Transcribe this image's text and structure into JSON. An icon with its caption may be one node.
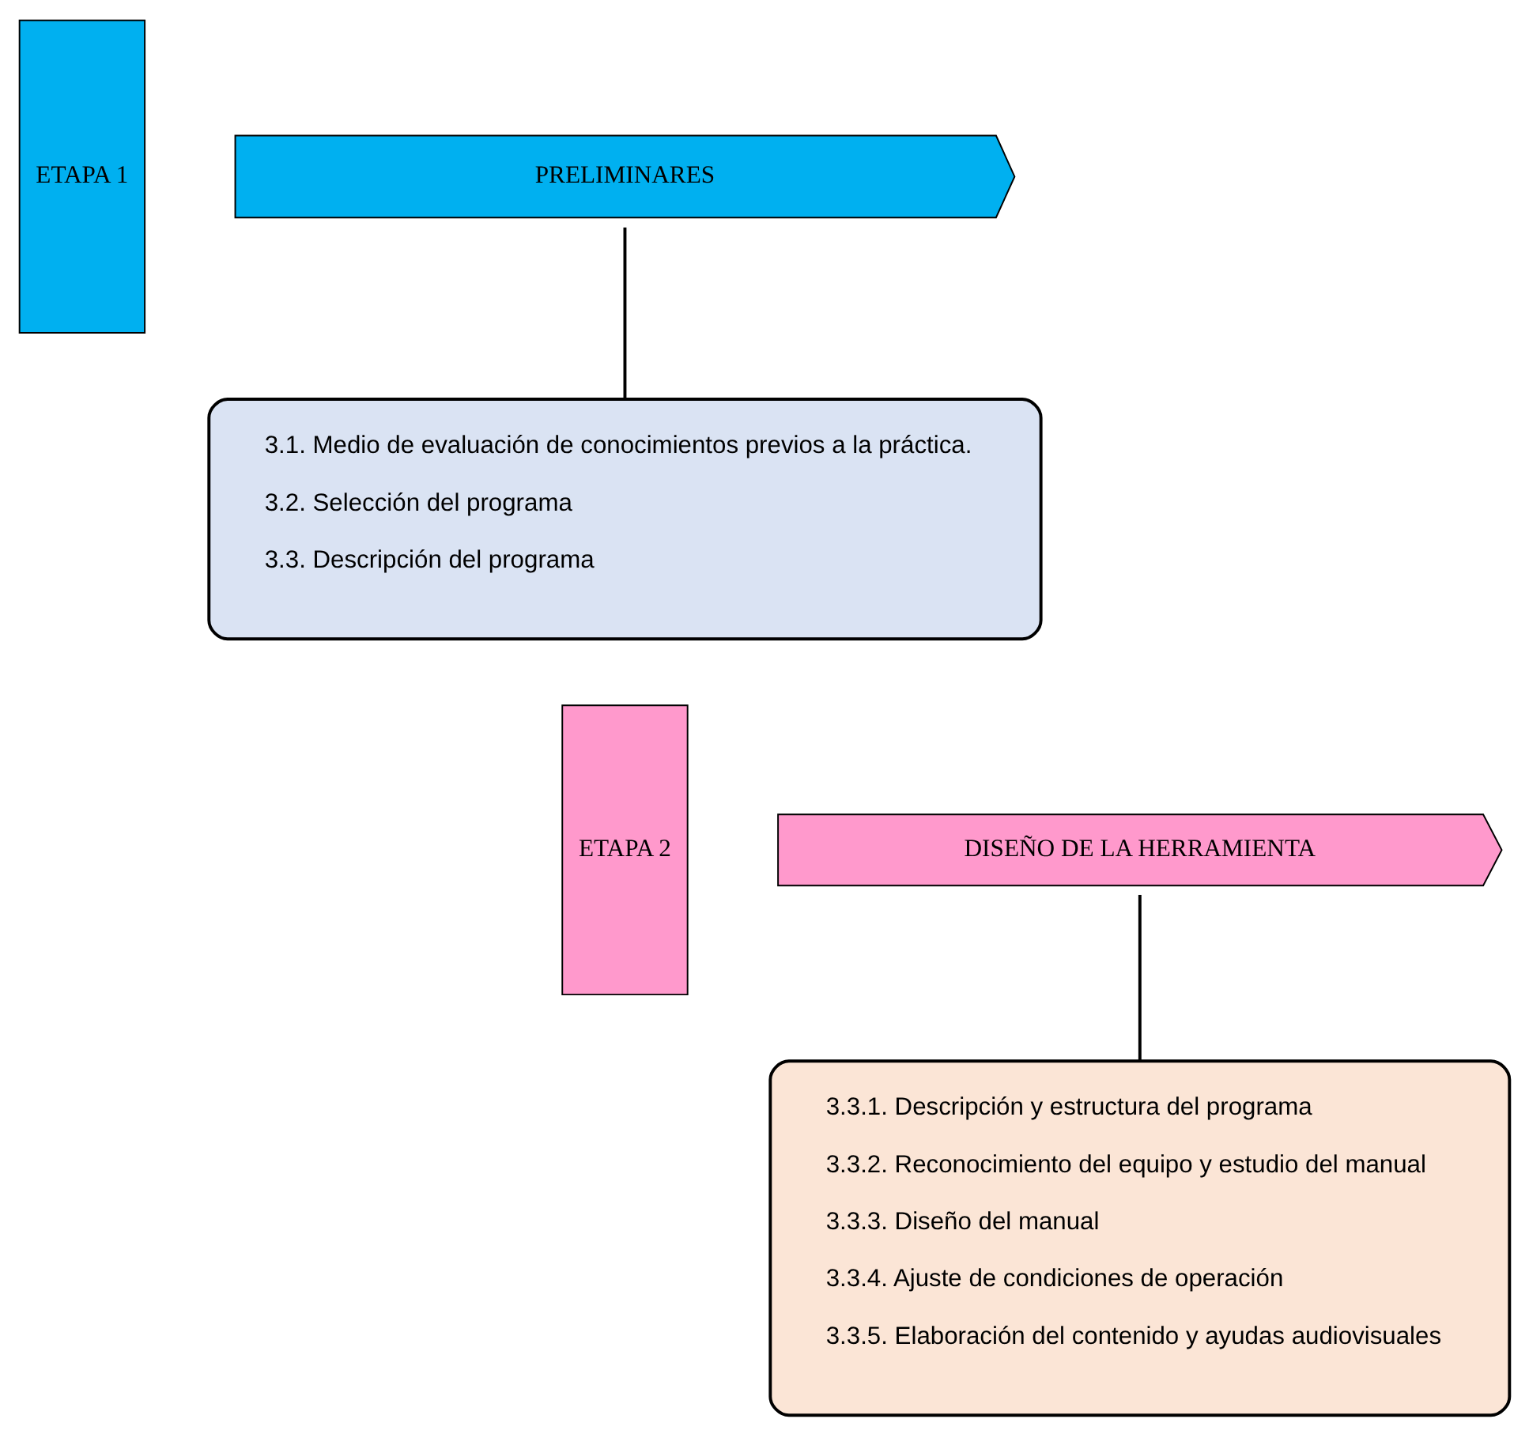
{
  "diagram": {
    "nodes": [
      {
        "text": [
          "ETAPA 1"
        ]
      },
      {
        "text": [
          "PRELIMINARES"
        ]
      },
      {
        "text": [
          "3.1. Medio de evaluación de conocimientos previos a la práctica.",
          "3.2. Selección del programa",
          "3.3. Descripción del programa"
        ]
      },
      {
        "text": [
          "ETAPA 2"
        ]
      },
      {
        "text": [
          "DISEÑO DE LA HERRAMIENTA"
        ]
      },
      {
        "text": [
          "3.3.1. Descripción y estructura del programa",
          "3.3.2. Reconocimiento del equipo y estudio del manual",
          "3.3.3. Diseño del manual",
          "3.3.4. Ajuste de condiciones de operación",
          "3.3.5. Elaboración del contenido y ayudas audiovisuales"
        ]
      }
    ],
    "edges": [
      {
        "from": 1,
        "to": 2,
        "arrow": "none"
      },
      {
        "from": 4,
        "to": 5,
        "arrow": "none"
      }
    ]
  }
}
